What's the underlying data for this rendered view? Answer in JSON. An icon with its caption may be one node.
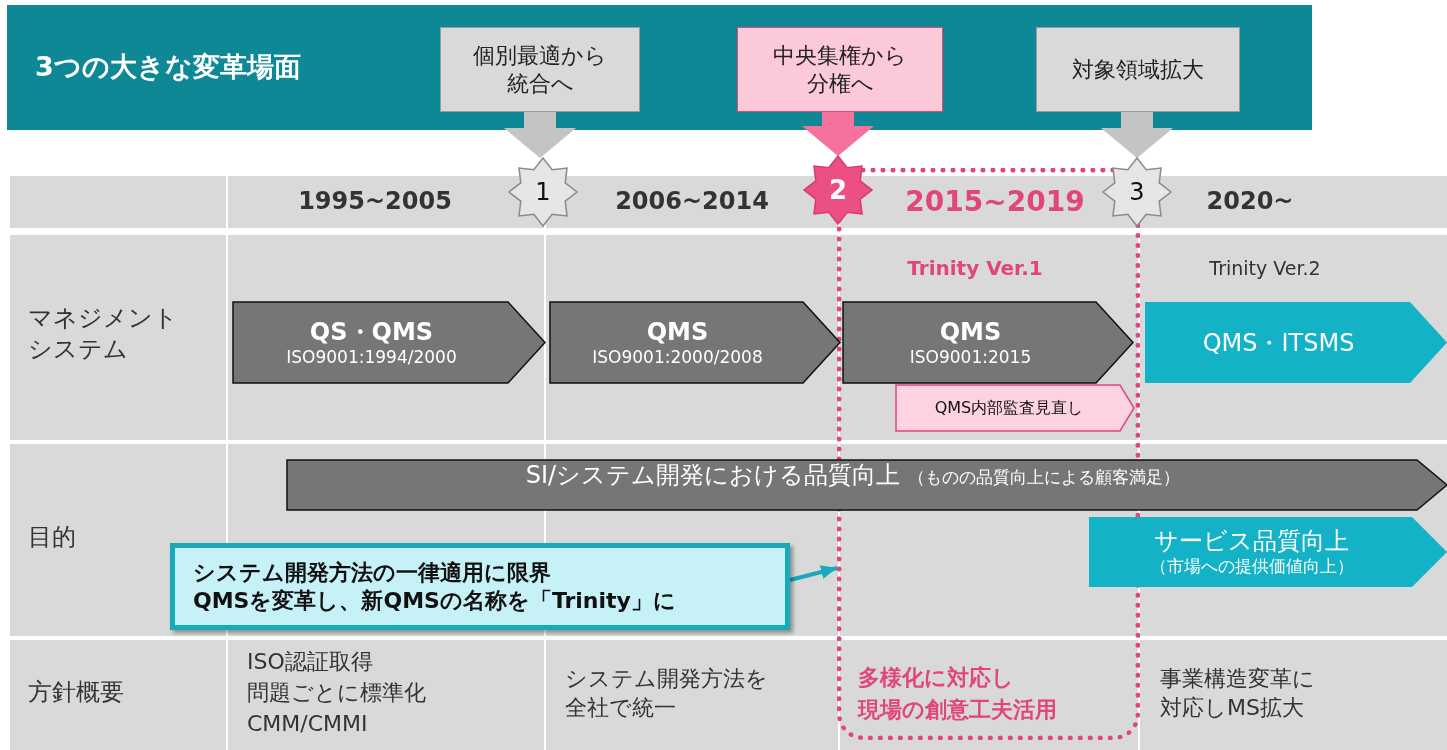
{
  "diagram": {
    "title": "3つの大きな変革場面",
    "nodes": [
      {
        "text": [
          "個別最適から統合へ"
        ]
      },
      {
        "text": [
          "中央集権から分権へ"
        ]
      },
      {
        "text": [
          "対象領域拡大"
        ]
      },
      {
        "text": [
          "1"
        ]
      },
      {
        "text": [
          "2"
        ]
      },
      {
        "text": [
          "3"
        ]
      },
      {
        "text": [],
        "shape": "box"
      },
      {
        "text": [
          "QS・QMS",
          "ISO9001:1994/2000"
        ]
      },
      {
        "text": [
          "QMS",
          "ISO9001:2000/2008"
        ]
      },
      {
        "text": [
          "QMS",
          "ISO9001:2015"
        ],
        "in": 6
      },
      {
        "text": [
          "QMS・ITSMS"
        ]
      },
      {
        "text": [
          "QMS内部監査見直し"
        ],
        "in": 6
      },
      {
        "text": [
          "SI/システム開発における品質向上",
          "（ものの品質向上による顧客満足）"
        ]
      },
      {
        "text": [
          "サービス品質向上",
          "（市場への提供価値向上）"
        ]
      },
      {
        "text": [
          "システム開発方法の一律適用に限界",
          "QMSを変革し、新QMSの名称を「Trinity」に"
        ]
      }
    ],
    "edges": [
      {
        "from": 0,
        "to": 3,
        "arrow": "to"
      },
      {
        "from": 1,
        "to": 4,
        "arrow": "to",
        "color": "#f4729c"
      },
      {
        "from": 2,
        "to": 5,
        "arrow": "to"
      },
      {
        "from": 14,
        "to": 6,
        "arrow": "to",
        "color": "#19a9bd"
      }
    ],
    "labels": [
      "1995~2005",
      "2006~2014",
      "2015~2019",
      "2020~",
      "Trinity Ver.1",
      "Trinity Ver.2",
      "マネジメントシステム",
      "目的",
      "方針概要",
      "ISO認証取得",
      "問題ごとに標準化",
      "CMM/CMMI",
      "システム開発方法を全社で統一",
      "多様化に対応し",
      "現場の創意工夫活用",
      "事業構造変革に対応しMS拡大"
    ]
  }
}
